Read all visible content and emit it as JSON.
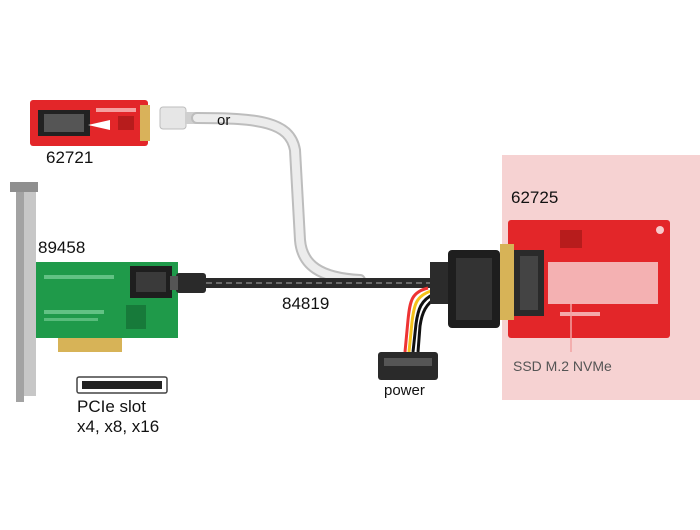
{
  "labels": {
    "adapter_top": "62721",
    "adapter_top_or": "or",
    "pcie_card": "89458",
    "cable": "84819",
    "u2_adapter": "62725",
    "power": "power",
    "ssd_label": "SSD M.2 NVMe",
    "pcie_slot_line1": "PCIe slot",
    "pcie_slot_line2": "x4, x8, x16"
  },
  "colors": {
    "red_board": "#e32629",
    "green_board": "#1f9a4a",
    "panel_bg": "#f6d2d2",
    "cable_dark": "#2a2a2a",
    "cable_light": "#e8e8e8",
    "bracket": "#9a9a9a"
  }
}
